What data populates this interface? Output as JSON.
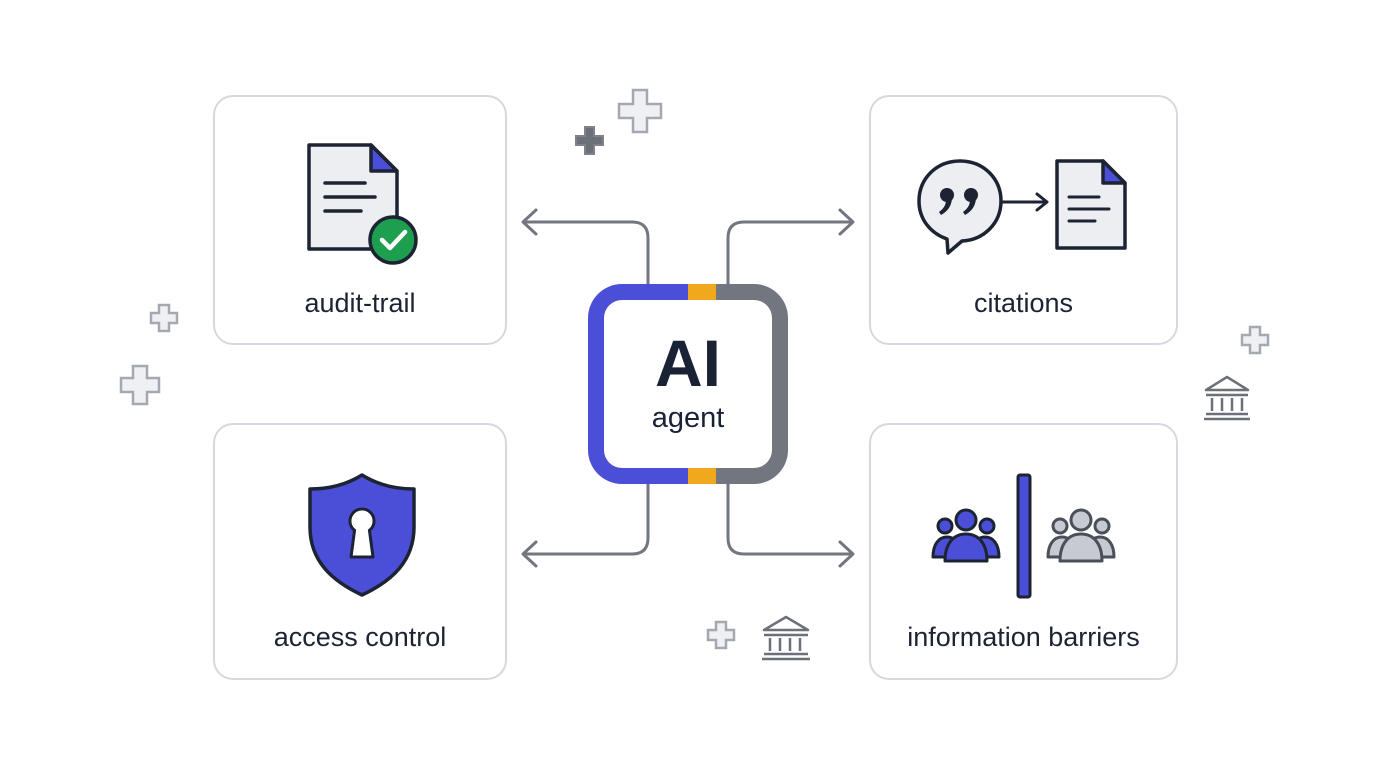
{
  "center": {
    "title": "AI",
    "subtitle": "agent"
  },
  "cards": {
    "audit": {
      "label": "audit-trail",
      "icon": "document-check-icon"
    },
    "citations": {
      "label": "citations",
      "icon": "quote-to-document-icon"
    },
    "access": {
      "label": "access control",
      "icon": "shield-keyhole-icon"
    },
    "barriers": {
      "label": "information barriers",
      "icon": "separated-groups-icon"
    }
  },
  "colors": {
    "accent_indigo": "#4b4fd8",
    "accent_amber": "#f2a81d",
    "neutral_gray": "#71767f",
    "success_green": "#1e9e4f",
    "ink": "#1c2333",
    "card_border": "#d5d9df"
  }
}
